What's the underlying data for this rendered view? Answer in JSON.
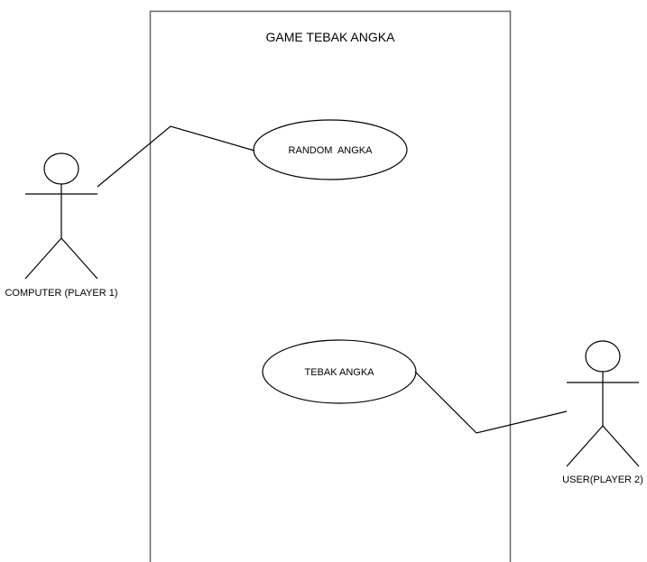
{
  "system": {
    "title": "GAME TEBAK ANGKA"
  },
  "actors": {
    "computer": {
      "label": "COMPUTER (PLAYER 1)"
    },
    "user": {
      "label": "USER(PLAYER 2)"
    }
  },
  "use_cases": {
    "random": {
      "label": "RANDOM  ANGKA"
    },
    "tebak": {
      "label": "TEBAK ANGKA"
    }
  },
  "colors": {
    "stroke": "#000000",
    "boundary": "#666666",
    "background": "#ffffff"
  }
}
